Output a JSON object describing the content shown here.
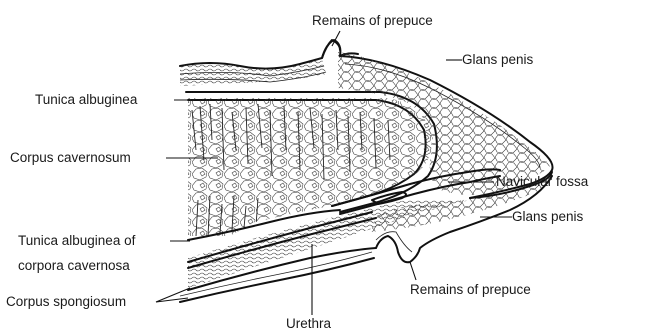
{
  "labels": {
    "remains_prepuce_top": "Remains of prepuce",
    "glans_penis_top": "Glans penis",
    "tunica_albuginea": "Tunica albuginea",
    "corpus_cavernosum": "Corpus cavernosum",
    "navicular_fossa": "Navicular fossa",
    "glans_penis_bottom": "Glans penis",
    "tunica_albuginea_of_line1": "Tunica albuginea of",
    "tunica_albuginea_of_line2": "corpora cavernosa",
    "corpus_spongiosum": "Corpus spongiosum",
    "remains_prepuce_bottom": "Remains of prepuce",
    "urethra": "Urethra"
  },
  "colors": {
    "ink": "#111111",
    "background": "#ffffff"
  }
}
